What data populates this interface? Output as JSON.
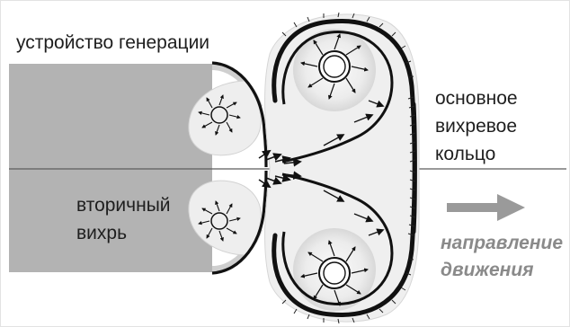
{
  "labels": {
    "generation_device": "устройство генерации",
    "main_vortex_ring": [
      "основное",
      "вихревое",
      "кольцо"
    ],
    "secondary_vortex": [
      "вторичный",
      "вихрь"
    ],
    "direction_of_motion": [
      "направление",
      "движения"
    ]
  },
  "colors": {
    "tube_fill": "#b3b3b3",
    "wake_fill": "#ebebeb",
    "vortex_line": "#111111",
    "direction_arrow": "#9a9a9a",
    "direction_text": "#8a8a8a"
  },
  "icons": {
    "direction_arrow": "arrow-right-icon",
    "vortex_core": "spiral-icon"
  }
}
